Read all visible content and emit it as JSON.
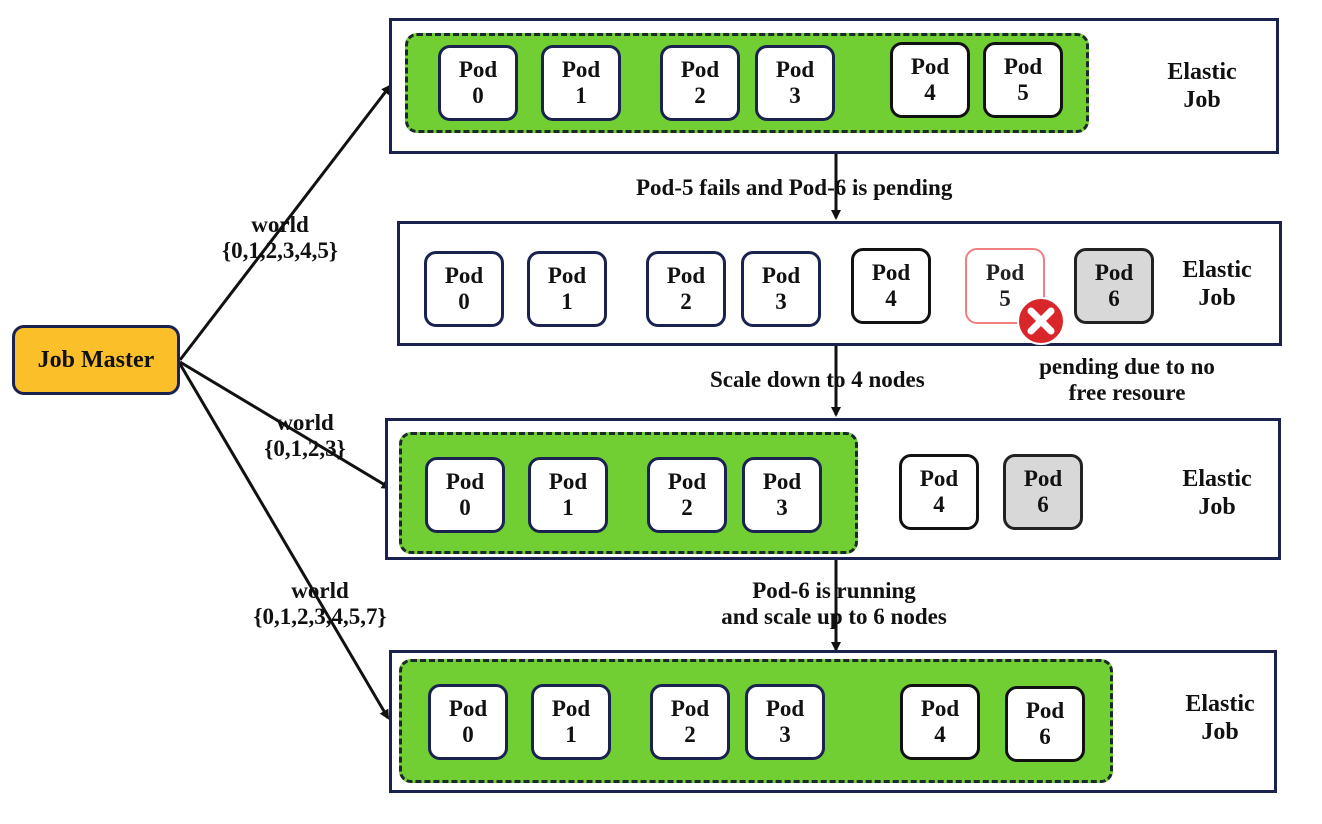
{
  "job_master": {
    "label": "Job Master"
  },
  "pod_word": "Pod",
  "elastic_label": {
    "line1": "Elastic",
    "line2": "Job"
  },
  "rows": [
    {
      "pods": [
        "0",
        "1",
        "2",
        "3",
        "4",
        "5"
      ]
    },
    {
      "pods": [
        "0",
        "1",
        "2",
        "3",
        "4",
        "5",
        "6"
      ]
    },
    {
      "pods": [
        "0",
        "1",
        "2",
        "3",
        "4",
        "6"
      ]
    },
    {
      "pods": [
        "0",
        "1",
        "2",
        "3",
        "4",
        "6"
      ]
    }
  ],
  "transitions": {
    "t1": "Pod-5 fails and Pod-6 is pending",
    "t2": "Scale down to 4 nodes",
    "t3_line1": "Pod-6 is running",
    "t3_line2": "and scale up to 6 nodes"
  },
  "note": {
    "line1": "pending due to no",
    "line2": "free resoure"
  },
  "world_labels": [
    {
      "word": "world",
      "set": "{0,1,2,3,4,5}"
    },
    {
      "word": "world",
      "set": "{0,1,2,3}"
    },
    {
      "word": "world",
      "set": "{0,1,2,3,4,5,7}"
    }
  ],
  "icons": {
    "failed": "error-x-icon"
  },
  "colors": {
    "master": "#fbbf2a",
    "active_group": "#72cf33",
    "pending_pod": "#d8d8d8",
    "failed_border": "#f08080",
    "error_icon": "#d9262b"
  }
}
